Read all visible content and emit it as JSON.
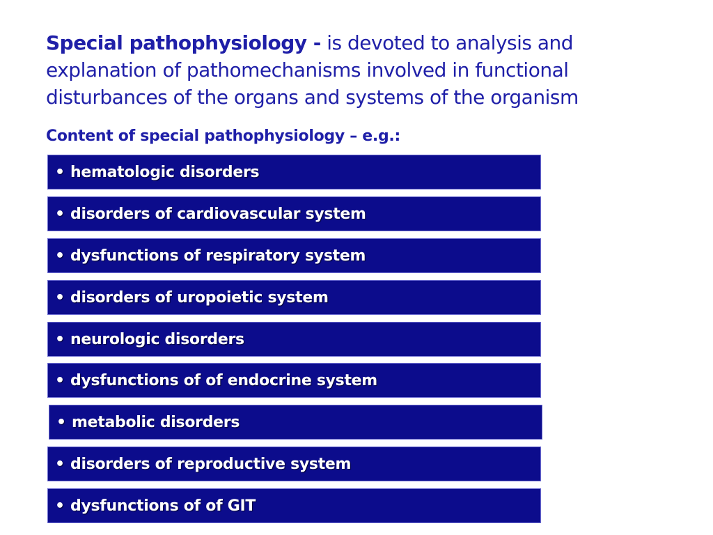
{
  "intro": {
    "term": "Special pathophysiology -",
    "definition": "is devoted to analysis and explanation of pathomechanisms involved in functional disturbances of the organs and systems of the organism"
  },
  "subheading": "Content of special pathophysiology – e.g.:",
  "bullet_glyph": "•",
  "items": [
    "hematologic disorders",
    "disorders of cardiovascular system",
    "dysfunctions of respiratory system",
    "disorders of uropoietic system",
    "neurologic disorders",
    "dysfunctions of of endocrine system",
    "metabolic disorders",
    "disorders of reproductive system",
    "dysfunctions of of GIT"
  ]
}
